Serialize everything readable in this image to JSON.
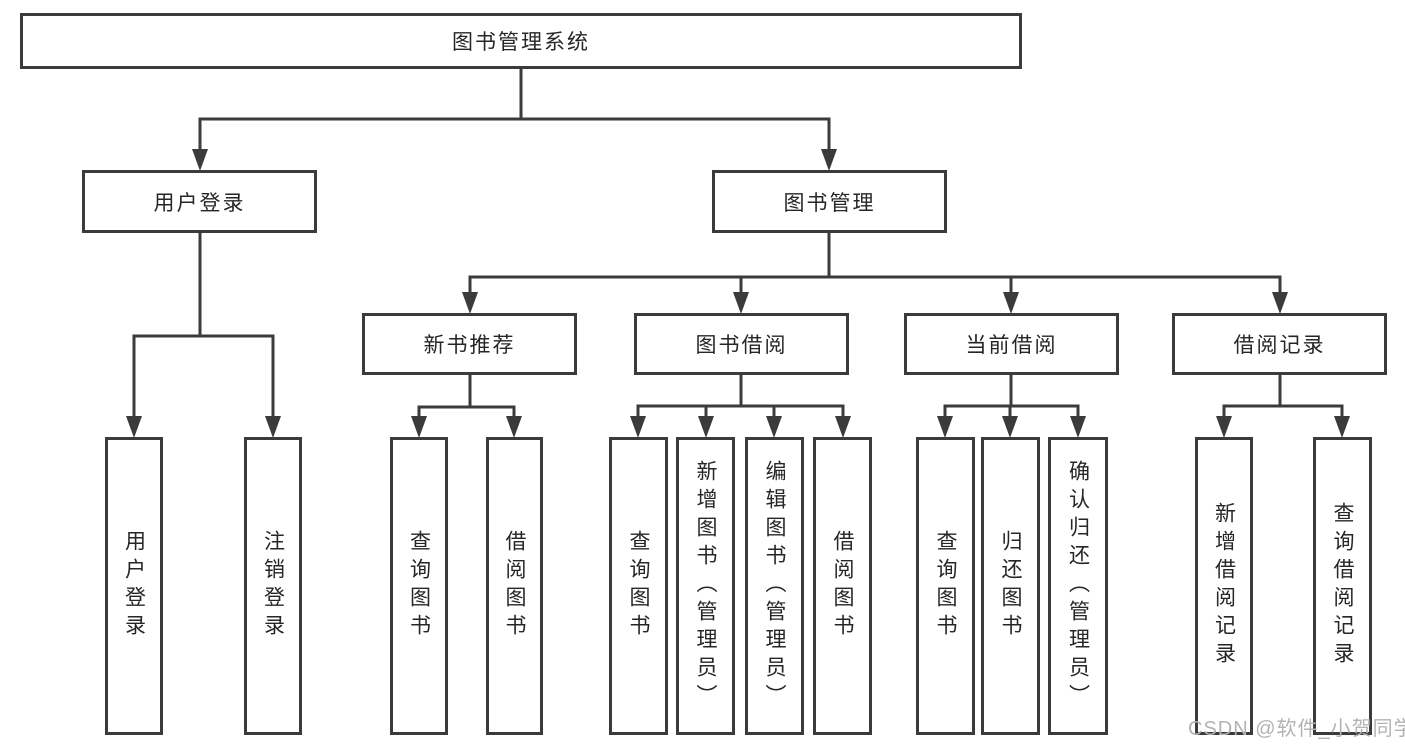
{
  "watermark": "CSDN @软件_小贺同学",
  "colors": {
    "line": "#3b3b3b",
    "text": "#262626",
    "box_background": "#ffffff",
    "watermark": "#b3b3b3"
  },
  "tree": {
    "label": "图书管理系统",
    "children": [
      {
        "label": "用户登录",
        "children": [
          {
            "label": "用户登录"
          },
          {
            "label": "注销登录"
          }
        ]
      },
      {
        "label": "图书管理",
        "children": [
          {
            "label": "新书推荐",
            "children": [
              {
                "label": "查询图书"
              },
              {
                "label": "借阅图书"
              }
            ]
          },
          {
            "label": "图书借阅",
            "children": [
              {
                "label": "查询图书"
              },
              {
                "label": "新增图书（管理员）"
              },
              {
                "label": "编辑图书（管理员）"
              },
              {
                "label": "借阅图书"
              }
            ]
          },
          {
            "label": "当前借阅",
            "children": [
              {
                "label": "查询图书"
              },
              {
                "label": "归还图书"
              },
              {
                "label": "确认归还（管理员）"
              }
            ]
          },
          {
            "label": "借阅记录",
            "children": [
              {
                "label": "新增借阅记录"
              },
              {
                "label": "查询借阅记录"
              }
            ]
          }
        ]
      }
    ]
  }
}
